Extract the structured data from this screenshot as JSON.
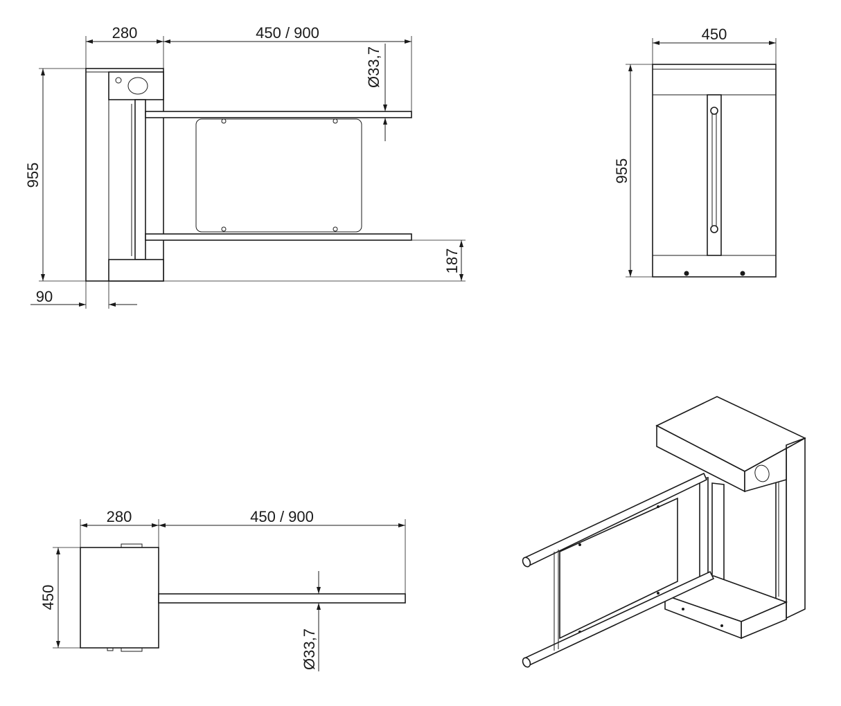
{
  "drawing": {
    "colors": {
      "line": "#1a1a1a",
      "background": "#ffffff"
    },
    "side_view": {
      "width_body": "280",
      "arm_length": "450 / 900",
      "tube_diameter": "Ø33,7",
      "height": "955",
      "base_height": "187",
      "base_offset": "90"
    },
    "front_view": {
      "width": "450",
      "height": "955"
    },
    "top_view": {
      "width_body": "280",
      "arm_length": "450 / 900",
      "depth": "450",
      "tube_diameter": "Ø33,7"
    }
  }
}
